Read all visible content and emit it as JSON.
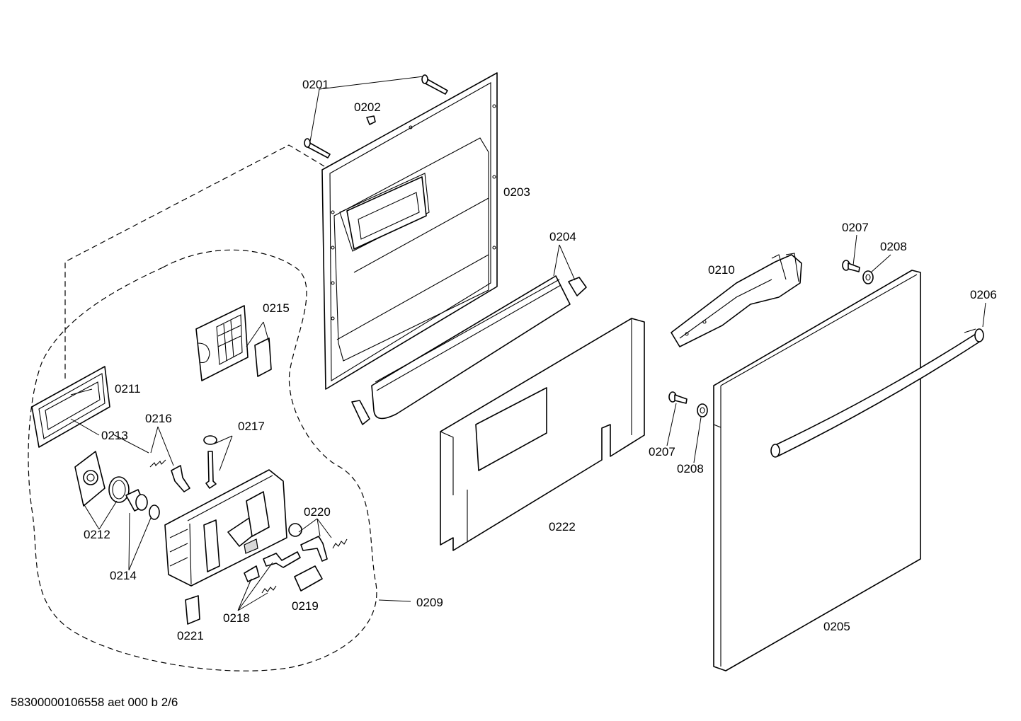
{
  "diagram": {
    "labels": {
      "p0201": "0201",
      "p0202": "0202",
      "p0203": "0203",
      "p0204": "0204",
      "p0205": "0205",
      "p0206": "0206",
      "p0207a": "0207",
      "p0207b": "0207",
      "p0208a": "0208",
      "p0208b": "0208",
      "p0209": "0209",
      "p0210": "0210",
      "p0211": "0211",
      "p0212": "0212",
      "p0213": "0213",
      "p0214": "0214",
      "p0215": "0215",
      "p0216": "0216",
      "p0217": "0217",
      "p0218": "0218",
      "p0219": "0219",
      "p0220": "0220",
      "p0221": "0221",
      "p0222": "0222"
    },
    "footer": "58300000106558 aet 000 b 2/6"
  }
}
